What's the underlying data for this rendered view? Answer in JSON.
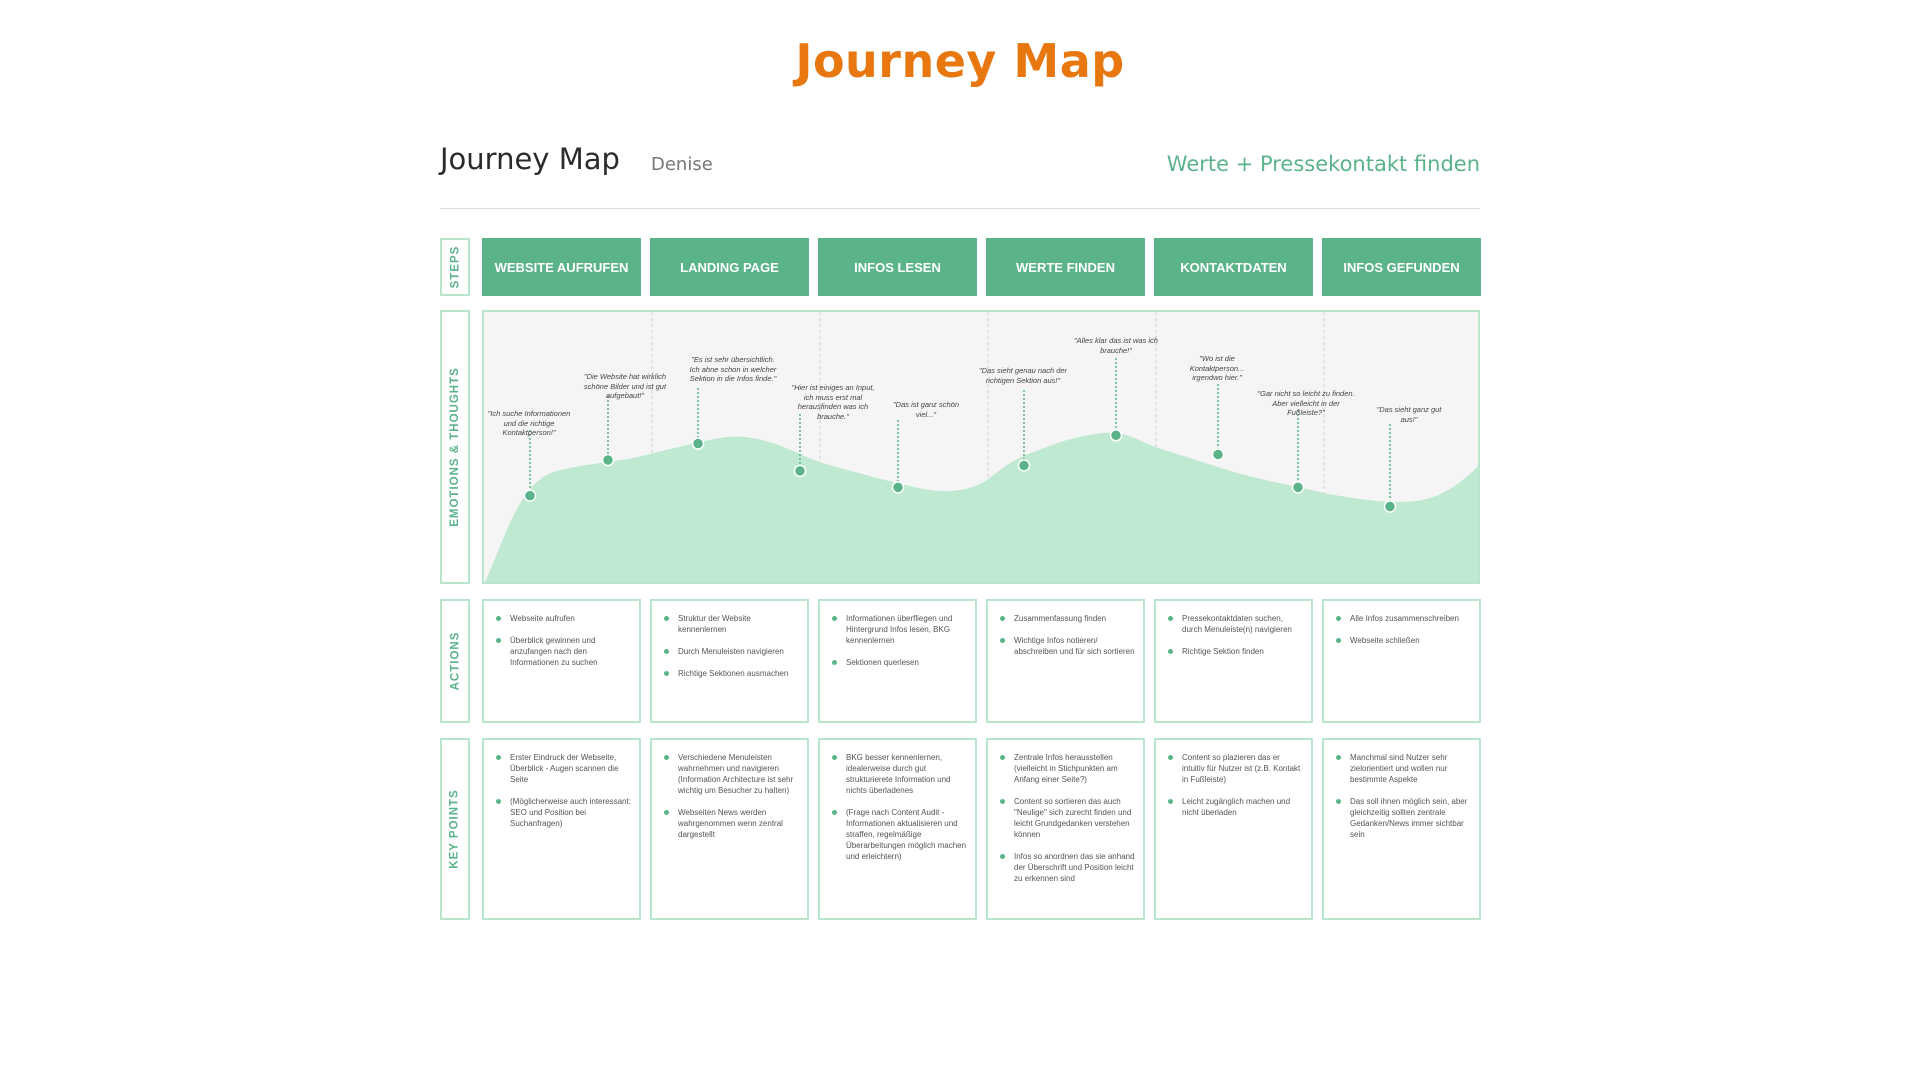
{
  "title": "Journey Map",
  "header": {
    "journey_map_label": "Journey Map",
    "persona": "Denise",
    "goal": "Werte + Pressekontakt finden"
  },
  "colors": {
    "title": "#e8770f",
    "accent": "#5bb38a",
    "curve_fill": "#bfe9d1",
    "card_border": "#b9e5cd",
    "label_text": "#5bb38a"
  },
  "row_labels": {
    "steps": "STEPS",
    "emotions": "EMOTIONS & THOUGHTS",
    "actions": "ACTIONS",
    "key_points": "KEY POINTS"
  },
  "steps": [
    "WEBSITE AUFRUFEN",
    "LANDING PAGE",
    "INFOS LESEN",
    "WERTE FINDEN",
    "KONTAKTDATEN",
    "INFOS GEFUNDEN"
  ],
  "emotions": [
    {
      "text": "\"Ich suche Informationen und die richtige Kontaktperson!\"",
      "level": 0.33
    },
    {
      "text": "\"Die Website hat wirklich schöne Bilder und ist gut aufgebaut!\"",
      "level": 0.46
    },
    {
      "text": "\"Es ist sehr übersichtlich. Ich ahne schon in welcher Sektion in die Infos finde.\"",
      "level": 0.52
    },
    {
      "text": "\"Hier ist einiges an Input, ich muss erst mal herausfinden was ich brauche.\"",
      "level": 0.42
    },
    {
      "text": "\"Das ist ganz schön viel...\"",
      "level": 0.36
    },
    {
      "text": "\"Das sieht genau nach der richtigen Sektion aus!\"",
      "level": 0.44
    },
    {
      "text": "\"Alles klar das ist was ich brauche!\"",
      "level": 0.55
    },
    {
      "text": "\"Wo ist die Kontaktperson... irgendwo hier.\"",
      "level": 0.48
    },
    {
      "text": "\"Gar nicht so leicht zu finden. Aber vielleicht in der Fußleiste?\"",
      "level": 0.36
    },
    {
      "text": "\"Das sieht ganz gut aus!\"",
      "level": 0.29
    }
  ],
  "actions": [
    [
      "Webseite aufrufen",
      "Überblick gewinnen und anzufangen nach den Informationen zu suchen"
    ],
    [
      "Struktur der Website kennenlernen",
      "Durch Menuleisten navigieren",
      "Richtige Sektionen ausmachen"
    ],
    [
      "Informationen überfliegen und Hintergrund Infos lesen, BKG kennenlernen",
      "Sektionen querlesen"
    ],
    [
      "Zusammenfassung finden",
      "Wichtige Infos notieren/ abschreiben und für sich sortieren"
    ],
    [
      "Pressekontaktdaten suchen, durch Menuleiste(n) navigieren",
      "Richtige Sektion finden"
    ],
    [
      "Alle Infos zusammenschreiben",
      "Webseite schließen"
    ]
  ],
  "key_points": [
    [
      "Erster Eindruck der Webseite, Überblick - Augen scannen die Seite",
      "(Möglicherweise auch interessant: SEO und Position bei Suchanfragen)"
    ],
    [
      "Verschiedene Menuleisten wahrnehmen und navigieren (Information Architecture ist sehr wichtig um Besucher zu halten)",
      "Webseiten News werden wahrgenommen wenn zentral dargestellt"
    ],
    [
      "BKG besser kennenlernen, idealerweise durch gut strukturierete Information und nichts überladenes",
      "(Frage nach Content Audit - Informationen aktualisieren und straffen, regelmäßige Überarbeitungen möglich machen und erleichtern)"
    ],
    [
      "Zentrale Infos herausstellen (vielleicht in Stichpunkten am Anfang einer Seite?)",
      "Content so sortieren das auch \"Neulige\" sich zurecht finden und leicht Grundgedanken verstehen können",
      "Infos so anordnen das sie anhand der Überschrift und Position leicht zu erkennen sind"
    ],
    [
      "Content so plazieren das er intuitiv für Nutzer ist (z.B. Kontakt in Fußleiste)",
      "Leicht zugänglich machen und nicht überladen"
    ],
    [
      "Manchmal sind Nutzer sehr zielorientiert und wollen nur bestimmte Aspekte",
      "Das soll ihnen möglich sein, aber gleichzeitig sollten zentrale Gedanken/News immer sichtbar sein"
    ]
  ]
}
